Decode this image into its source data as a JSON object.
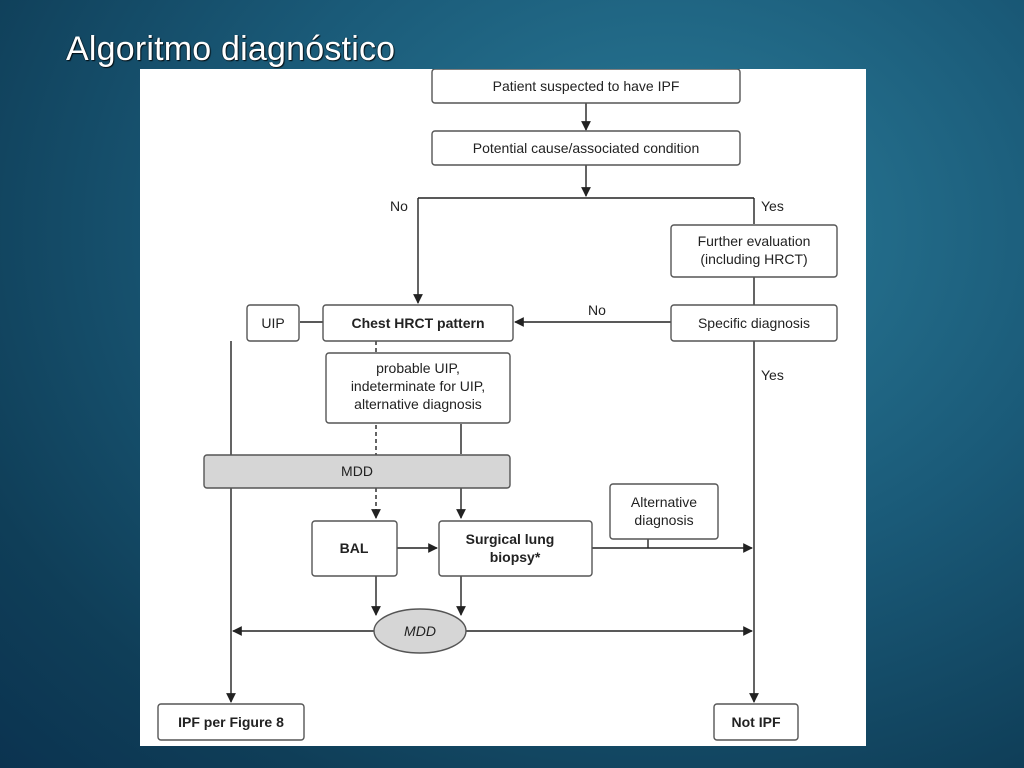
{
  "slide": {
    "title": "Algoritmo diagnóstico"
  },
  "flowchart": {
    "patient_suspected": "Patient suspected to have IPF",
    "potential_cause": "Potential cause/associated condition",
    "label_no_left": "No",
    "label_yes_right": "Yes",
    "further_evaluation": [
      "Further evaluation",
      "(including HRCT)"
    ],
    "uip": "UIP",
    "chest_hrct": "Chest HRCT pattern",
    "label_no_middle": "No",
    "specific_diagnosis": "Specific diagnosis",
    "probable_uip": [
      "probable UIP,",
      "indeterminate for UIP,",
      "alternative diagnosis"
    ],
    "label_yes_lower": "Yes",
    "mdd_bar": "MDD",
    "alternative_diagnosis": [
      "Alternative",
      "diagnosis"
    ],
    "bal": "BAL",
    "surgical_lung_biopsy": [
      "Surgical lung",
      "biopsy*"
    ],
    "mdd_oval": "MDD",
    "ipf_per_figure": "IPF per Figure 8",
    "not_ipf": "Not IPF"
  }
}
